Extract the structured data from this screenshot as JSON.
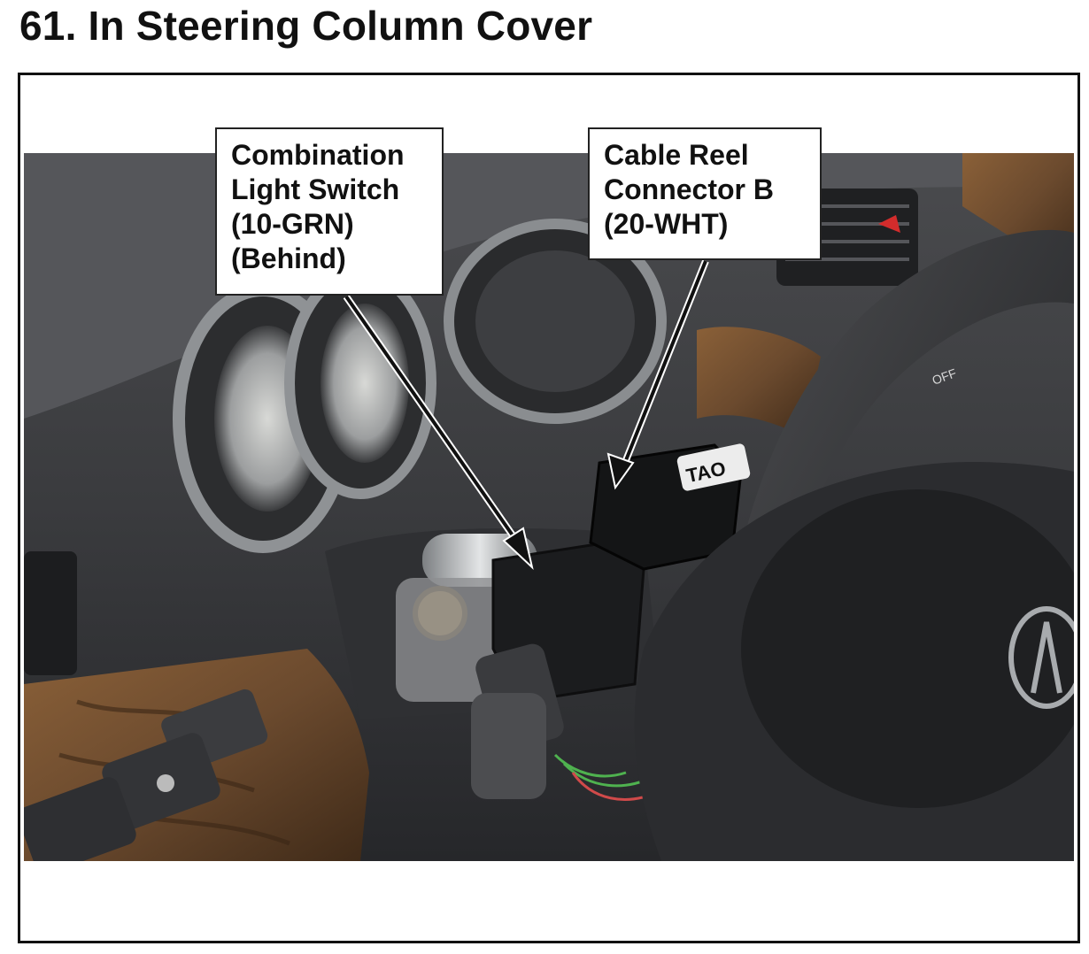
{
  "page": {
    "title": "61.  In Steering Column Cover"
  },
  "callouts": {
    "combination_light_switch": {
      "lines": [
        "Combination",
        "Light Switch",
        "(10-GRN)",
        "(Behind)"
      ]
    },
    "cable_reel_connector_b": {
      "lines": [
        "Cable Reel",
        "Connector B",
        "(20-WHT)"
      ]
    }
  },
  "photo": {
    "labels": {
      "badge": "TAO",
      "stalk_off": "OFF"
    },
    "colors": {
      "dashboard": "#3a3b3e",
      "wood_trim": "#6b4a2e",
      "metal": "#b9bcbf",
      "arrow": "#111111"
    }
  }
}
